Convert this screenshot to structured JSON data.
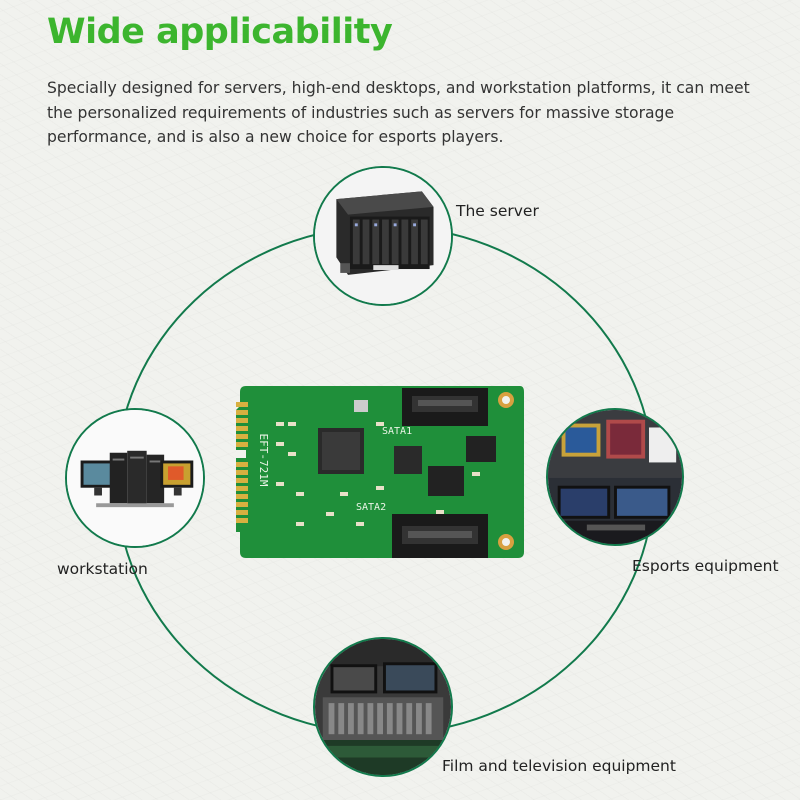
{
  "heading": "Wide applicability",
  "description": "Specially designed for servers, high-end desktops, and workstation platforms, it can meet the personalized requirements of industries such as servers for massive storage performance, and is also a new choice for esports players.",
  "applications": {
    "server": "The server",
    "workstation": "workstation",
    "esports": "Esports equipment",
    "film": "Film and television equipment"
  },
  "card": {
    "model": "EFT-721M",
    "port1": "SATA1",
    "port2": "SATA2"
  },
  "colors": {
    "heading": "#3cb52e",
    "ring": "#127a4c",
    "pcb": "#1f8f3a"
  }
}
